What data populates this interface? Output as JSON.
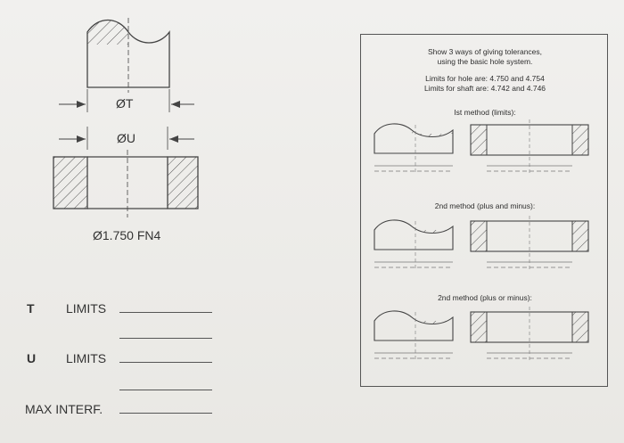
{
  "left_figure": {
    "dim_t": "ØT",
    "dim_u": "ØU",
    "fit_label": "Ø1.750 FN4"
  },
  "answers": {
    "t_letter": "T",
    "t_label": "LIMITS",
    "u_letter": "U",
    "u_label": "LIMITS",
    "max_interf_label": "MAX INTERF."
  },
  "panel": {
    "instruction_line1": "Show 3 ways of giving tolerances,",
    "instruction_line2": "using the basic hole system.",
    "hole_limits": "Limits for hole are: 4.750 and 4.754",
    "shaft_limits": "Limits for shaft are: 4.742 and 4.746",
    "method1": "Ist method (limits):",
    "method2": "2nd method (plus and minus):",
    "method3": "2nd method (plus or minus):"
  }
}
